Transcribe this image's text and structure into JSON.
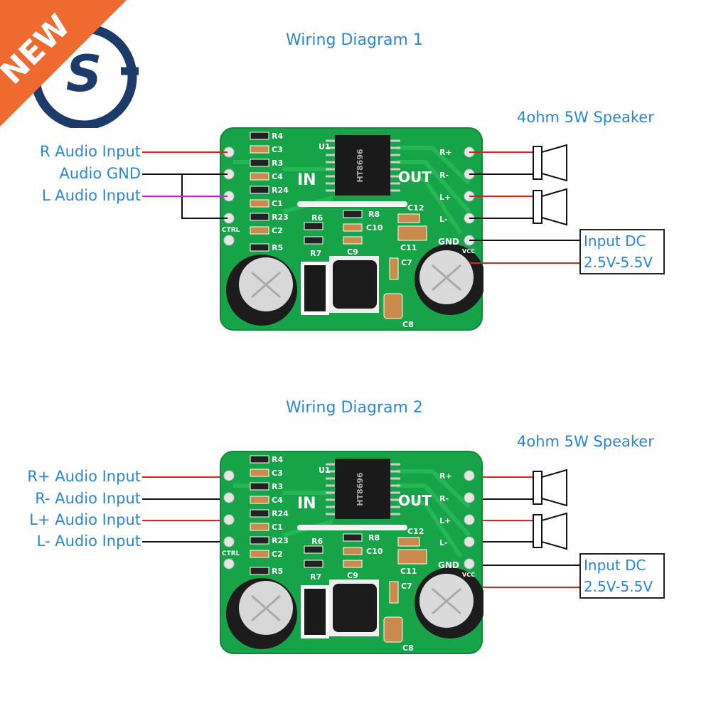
{
  "logo": {
    "badge_text": "NEW",
    "brand_letter": "S",
    "badge_color": "#ef6a2e",
    "brand_color": "#1d3b6a"
  },
  "colors": {
    "label": "#2a86d6",
    "wire_red": "#e02020",
    "wire_black": "#111111",
    "wire_magenta": "#d020d0",
    "pcb_green": "#17a348"
  },
  "diagram1": {
    "title": "Wiring Diagram 1",
    "inputs": [
      "R Audio Input",
      "Audio GND",
      "L Audio Input"
    ],
    "speaker_label": "4ohm 5W Speaker",
    "power_box": [
      "Input DC",
      "2.5V-5.5V"
    ]
  },
  "diagram2": {
    "title": "Wiring Diagram 2",
    "inputs": [
      "R+ Audio Input",
      "R- Audio Input",
      "L+ Audio Input",
      "L- Audio Input"
    ],
    "speaker_label": "4ohm 5W Speaker",
    "power_box": [
      "Input DC",
      "2.5V-5.5V"
    ]
  },
  "pcb": {
    "in": "IN",
    "out": "OUT",
    "gnd": "GND",
    "vcc": "VCC",
    "ctrl": "CTRL",
    "chip": "HT8696",
    "right_pins": [
      "R+",
      "R-",
      "L+",
      "L-"
    ],
    "components": [
      "U1",
      "R4",
      "C3",
      "R3",
      "C4",
      "R24",
      "C1",
      "R23",
      "C2",
      "R5",
      "R6",
      "R7",
      "R8",
      "C9",
      "C10",
      "C11",
      "C12",
      "C7",
      "C8"
    ]
  }
}
